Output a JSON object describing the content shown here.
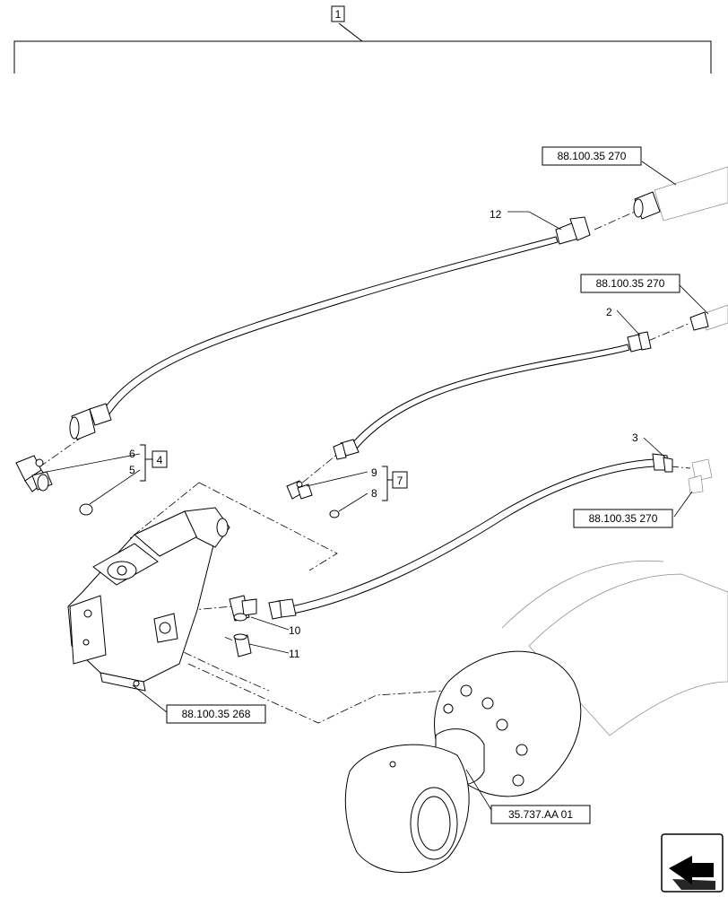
{
  "assembly_callout": "1",
  "item_numbers": {
    "n2": "2",
    "n3": "3",
    "n4": "4",
    "n5": "5",
    "n6": "6",
    "n7": "7",
    "n8": "8",
    "n9": "9",
    "n10": "10",
    "n11": "11",
    "n12": "12"
  },
  "references": {
    "ref_top": "88.100.35 270",
    "ref_mid": "88.100.35 270",
    "ref_low": "88.100.35 270",
    "ref_valve": "88.100.35 268",
    "ref_cylinder": "35.737.AA 01"
  },
  "icons": [
    "navigation-arrow-icon"
  ]
}
